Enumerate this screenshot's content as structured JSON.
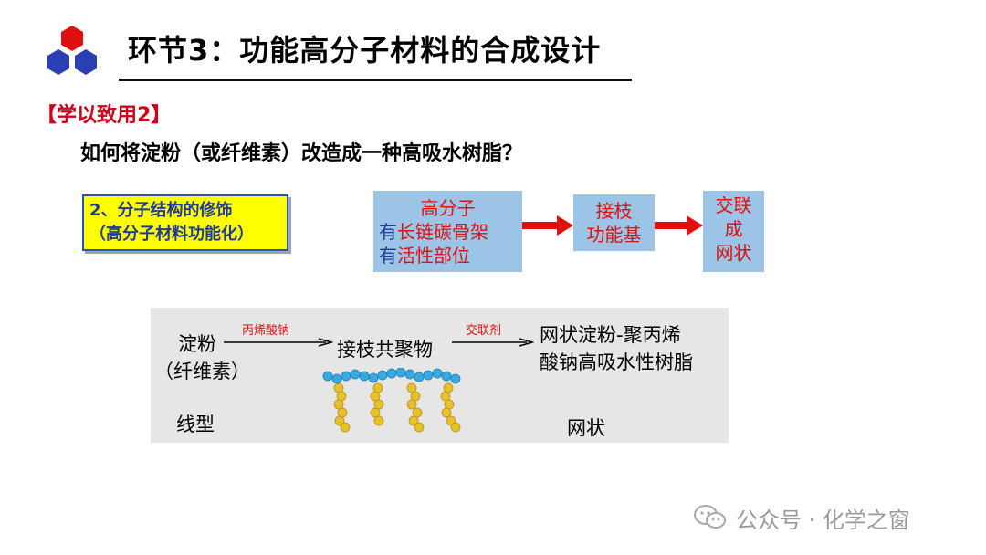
{
  "title": "环节3：功能高分子材料的合成设计",
  "section_tag": "【学以致用2】",
  "question": "如何将淀粉（或纤维素）改造成一种高吸水树脂？",
  "note_box": {
    "line1": "2、分子结构的修饰",
    "line2": "（高分子材料功能化）"
  },
  "flow": {
    "box1": {
      "line1": "高分子",
      "line2_prefix": "有",
      "line2_rest": "长链碳骨架",
      "line3_prefix": "有",
      "line3_rest": "活性部位"
    },
    "box2": {
      "line1": "接枝",
      "line2": "功能基"
    },
    "box3": {
      "line1": "交联",
      "line2": "成",
      "line3": "网状"
    }
  },
  "figure": {
    "starch": "淀粉",
    "cellulose": "（纤维素）",
    "reagent1": "丙烯酸钠",
    "graft_copolymer": "接枝共聚物",
    "reagent2": "交联剂",
    "product_line1": "网状淀粉-聚丙烯",
    "product_line2": "酸钠高吸水性树脂",
    "label_linear": "线型",
    "label_network": "网状"
  },
  "watermark": "公众号 · 化学之窗",
  "colors": {
    "title_red": "#d0021b",
    "arrow_red": "#e01010",
    "box_blue": "#9bc4e6",
    "note_yellow": "#ffff00",
    "text_blue": "#1f3a9a",
    "bead_cyan": "#3aa9e0",
    "bead_gold": "#e8c02a"
  }
}
